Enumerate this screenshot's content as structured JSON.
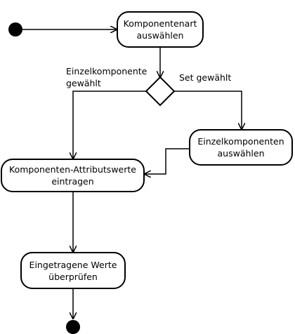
{
  "diagram": {
    "nodes": {
      "select_type": "Komponentenart\nauswählen",
      "select_components": "Einzelkomponenten\nauswählen",
      "enter_attributes": "Komponenten-Attributswerte\neintragen",
      "check_values": "Eingetragene Werte\nüberprüfen"
    },
    "edges": {
      "single_component": "Einzelkomponente\ngewählt",
      "set_chosen": "Set gewählt"
    }
  }
}
